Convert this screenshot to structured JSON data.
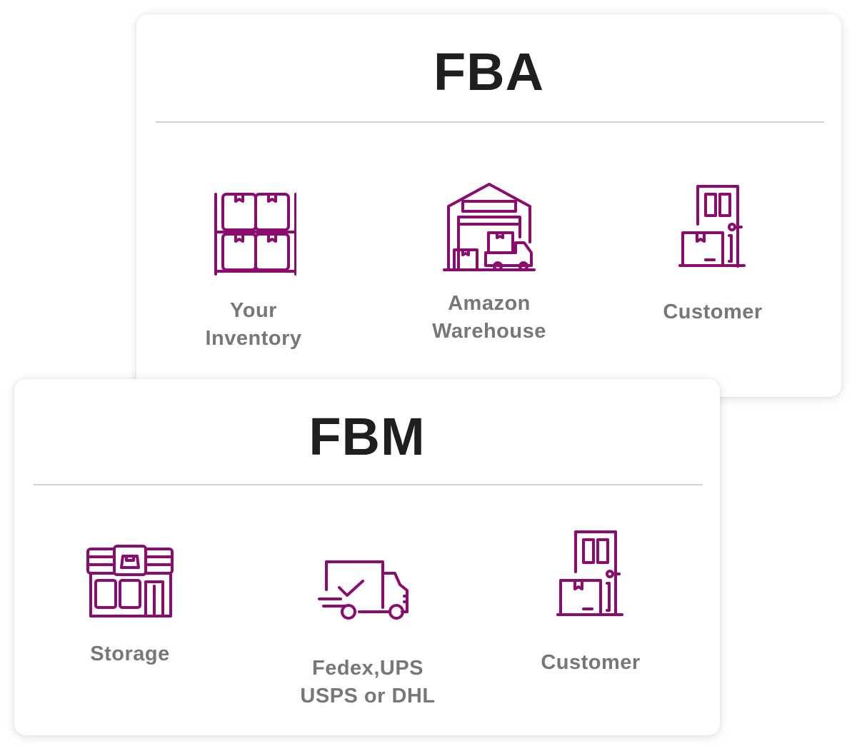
{
  "colors": {
    "icon": "#8b0b6e",
    "title": "#1f1f1f",
    "label": "#777777",
    "divider": "#cfcfcf"
  },
  "fba": {
    "title": "FBA",
    "steps": [
      {
        "icon": "shelf-boxes-icon",
        "label": "Your\nInventory"
      },
      {
        "icon": "warehouse-truck-icon",
        "label": "Amazon\nWarehouse"
      },
      {
        "icon": "door-package-icon",
        "label": "Customer"
      }
    ]
  },
  "fbm": {
    "title": "FBM",
    "steps": [
      {
        "icon": "storefront-icon",
        "label": "Storage"
      },
      {
        "icon": "delivery-truck-check-icon",
        "label": "Fedex,UPS\nUSPS or DHL"
      },
      {
        "icon": "door-package-icon",
        "label": "Customer"
      }
    ]
  }
}
